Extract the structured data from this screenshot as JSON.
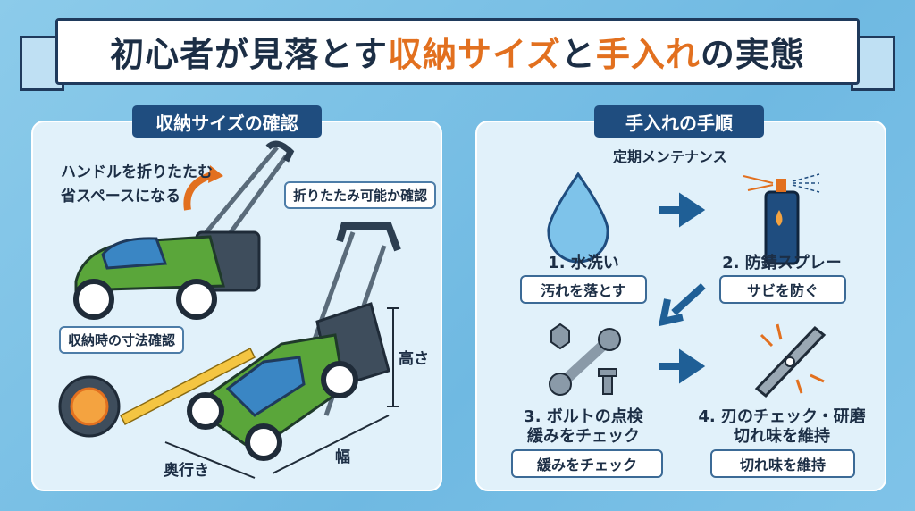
{
  "title": {
    "part1": "初心者が見落とす",
    "part2": "収納サイズ",
    "part3": "と",
    "part4": "手入れ",
    "part5": "の実態"
  },
  "left": {
    "heading": "収納サイズの確認",
    "fold_line1": "ハンドルを折りたたむ",
    "fold_line2": "省スペースになる",
    "bubble_fold": "折りたたみ可能か確認",
    "bubble_measure": "収納時の寸法確認",
    "dim_height": "高さ",
    "dim_width": "幅",
    "dim_depth": "奥行き"
  },
  "right": {
    "heading": "手入れの手順",
    "subheading": "定期メンテナンス",
    "steps": [
      {
        "title": "1. 水洗い",
        "box": "汚れを落とす"
      },
      {
        "title": "2. 防錆スプレー",
        "box": "サビを防ぐ"
      },
      {
        "title": "3. ボルトの点検",
        "sub": "緩みをチェック",
        "box": "緩みをチェック"
      },
      {
        "title": "4. 刃のチェック・研磨",
        "sub": "切れ味を維持",
        "box": "切れ味を維持"
      }
    ]
  },
  "colors": {
    "navy": "#1f4d7f",
    "orange": "#e2701f",
    "green": "#5aa63a"
  }
}
